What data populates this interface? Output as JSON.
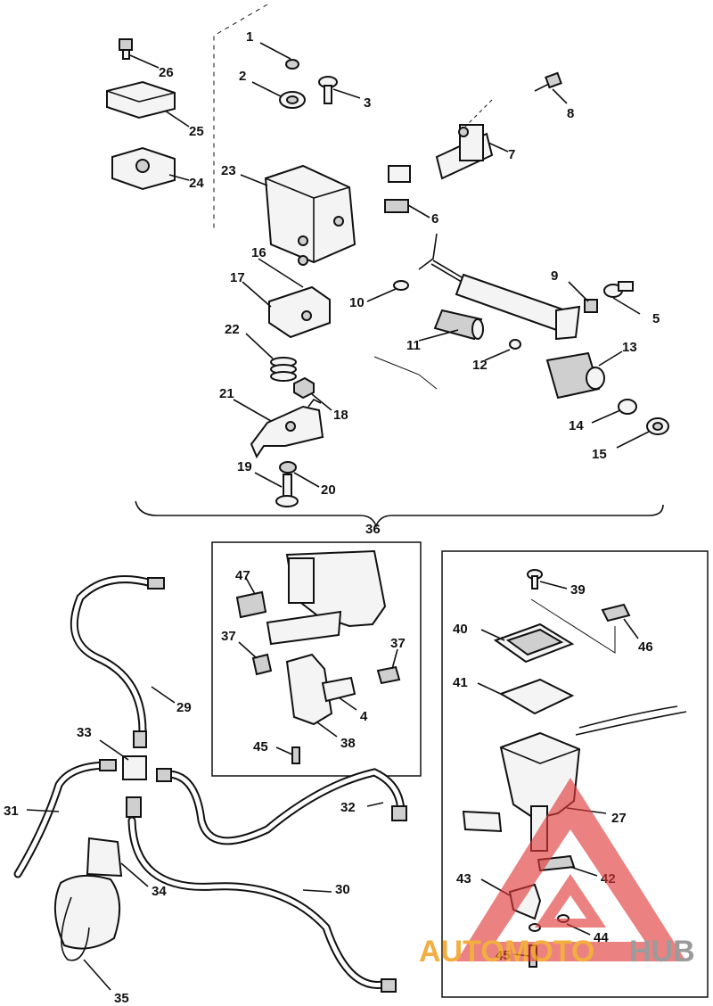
{
  "labels": {
    "l1": "1",
    "l2": "2",
    "l3": "3",
    "l4": "4",
    "l5": "5",
    "l6": "6",
    "l7": "7",
    "l8": "8",
    "l9": "9",
    "l10": "10",
    "l11": "11",
    "l12": "12",
    "l13": "13",
    "l14": "14",
    "l15": "15",
    "l16": "16",
    "l17": "17",
    "l18": "18",
    "l19": "19",
    "l20": "20",
    "l21": "21",
    "l22": "22",
    "l23": "23",
    "l24": "24",
    "l25": "25",
    "l26": "26",
    "l27": "27",
    "l29": "29",
    "l30": "30",
    "l31": "31",
    "l32": "32",
    "l33": "33",
    "l34": "34",
    "l35": "35",
    "l36": "36",
    "l37a": "37",
    "l37b": "37",
    "l38": "38",
    "l39": "39",
    "l40": "40",
    "l41": "41",
    "l42": "42",
    "l43": "43",
    "l44": "44",
    "l45a": "45",
    "l45b": "45",
    "l46": "46",
    "l47": "47"
  },
  "watermark": {
    "part1": "AUTO",
    "part2": "MOTO",
    "part3": "HUB",
    "color_red": "#e03a3a",
    "color_orange": "#f0a020",
    "color_gray": "#8a8a8a"
  }
}
